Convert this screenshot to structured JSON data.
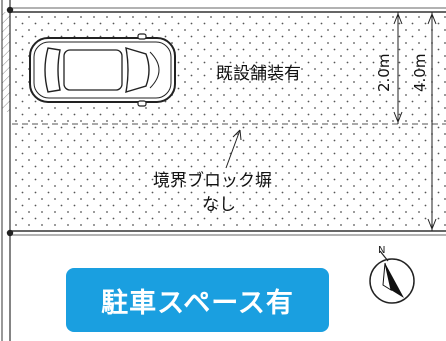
{
  "labels": {
    "existing_pavement": "既設舗装有",
    "boundary_block_line1": "境界ブロック塀",
    "boundary_block_line2": "なし",
    "dim_inner": "2.0m",
    "dim_outer": "4.0m",
    "parking_badge": "駐車スペース有"
  },
  "icons": {
    "car": "car-top-view-icon",
    "north_arrow": "north-arrow-icon"
  },
  "colors": {
    "badge_bg": "#1a9fe0",
    "badge_text": "#ffffff",
    "line": "#333333",
    "dot": "#555555"
  }
}
